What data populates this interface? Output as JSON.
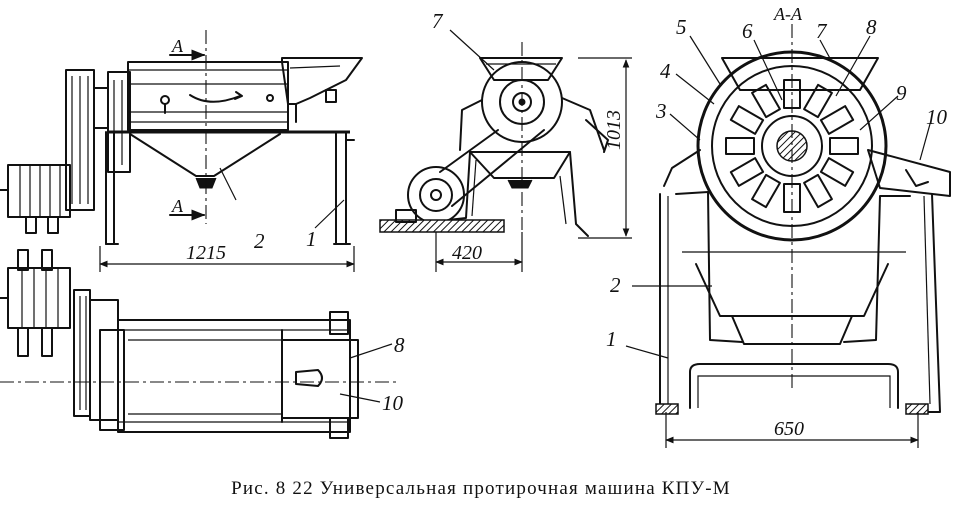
{
  "caption": "Рис. 8 22 Универсальная протирочная машина КПУ-М",
  "labels": {
    "side": {
      "l2": "2",
      "l1": "1",
      "a_top": "A",
      "a_bottom": "A",
      "dim": "1215"
    },
    "top": {
      "l8": "8",
      "l10": "10"
    },
    "front": {
      "l7": "7",
      "dim_w": "420",
      "dim_h": "1013"
    },
    "section": {
      "title": "A-A",
      "l5": "5",
      "l6": "6",
      "l7": "7",
      "l8": "8",
      "l4": "4",
      "l9": "9",
      "l3": "3",
      "l10": "10",
      "l2": "2",
      "l1": "1",
      "dim": "650"
    }
  }
}
